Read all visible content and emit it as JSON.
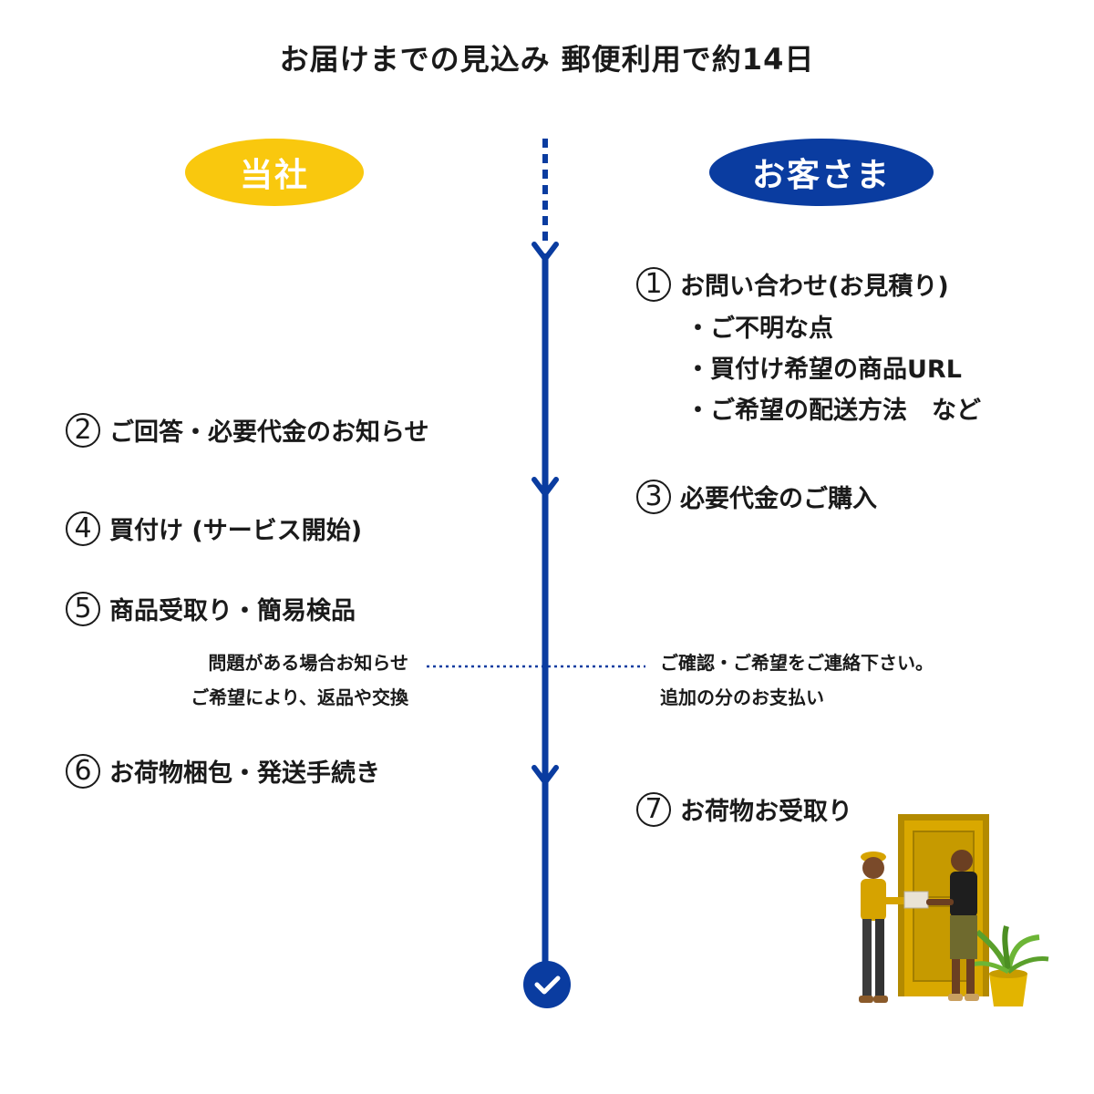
{
  "title": "お届けまでの見込み 郵便利用で約14日",
  "columns": {
    "company": "当社",
    "customer": "お客さま"
  },
  "steps": {
    "s1": {
      "num": "1",
      "text": "お問い合わせ(お見積り)"
    },
    "s1_bullets": [
      "・ご不明な点",
      "・買付け希望の商品URL",
      "・ご希望の配送方法　など"
    ],
    "s2": {
      "num": "2",
      "text": "ご回答・必要代金のお知らせ"
    },
    "s3": {
      "num": "3",
      "text": "必要代金のご購入"
    },
    "s4": {
      "num": "4",
      "text": "買付け (サービス開始)"
    },
    "s5": {
      "num": "5",
      "text": "商品受取り・簡易検品"
    },
    "s6": {
      "num": "6",
      "text": "お荷物梱包・発送手続き"
    },
    "s7": {
      "num": "7",
      "text": "お荷物お受取り"
    }
  },
  "notes": {
    "left": [
      "問題がある場合お知らせ",
      "ご希望により、返品や交換"
    ],
    "right": [
      "ご確認・ご希望をご連絡下さい。",
      "追加の分のお支払い"
    ]
  },
  "icons": {
    "end": "check-circle-icon",
    "illustration": "delivery-handoff-illustration"
  },
  "colors": {
    "company": "#f9c80e",
    "customer": "#0a3ca0",
    "timeline": "#0a3ca0"
  }
}
